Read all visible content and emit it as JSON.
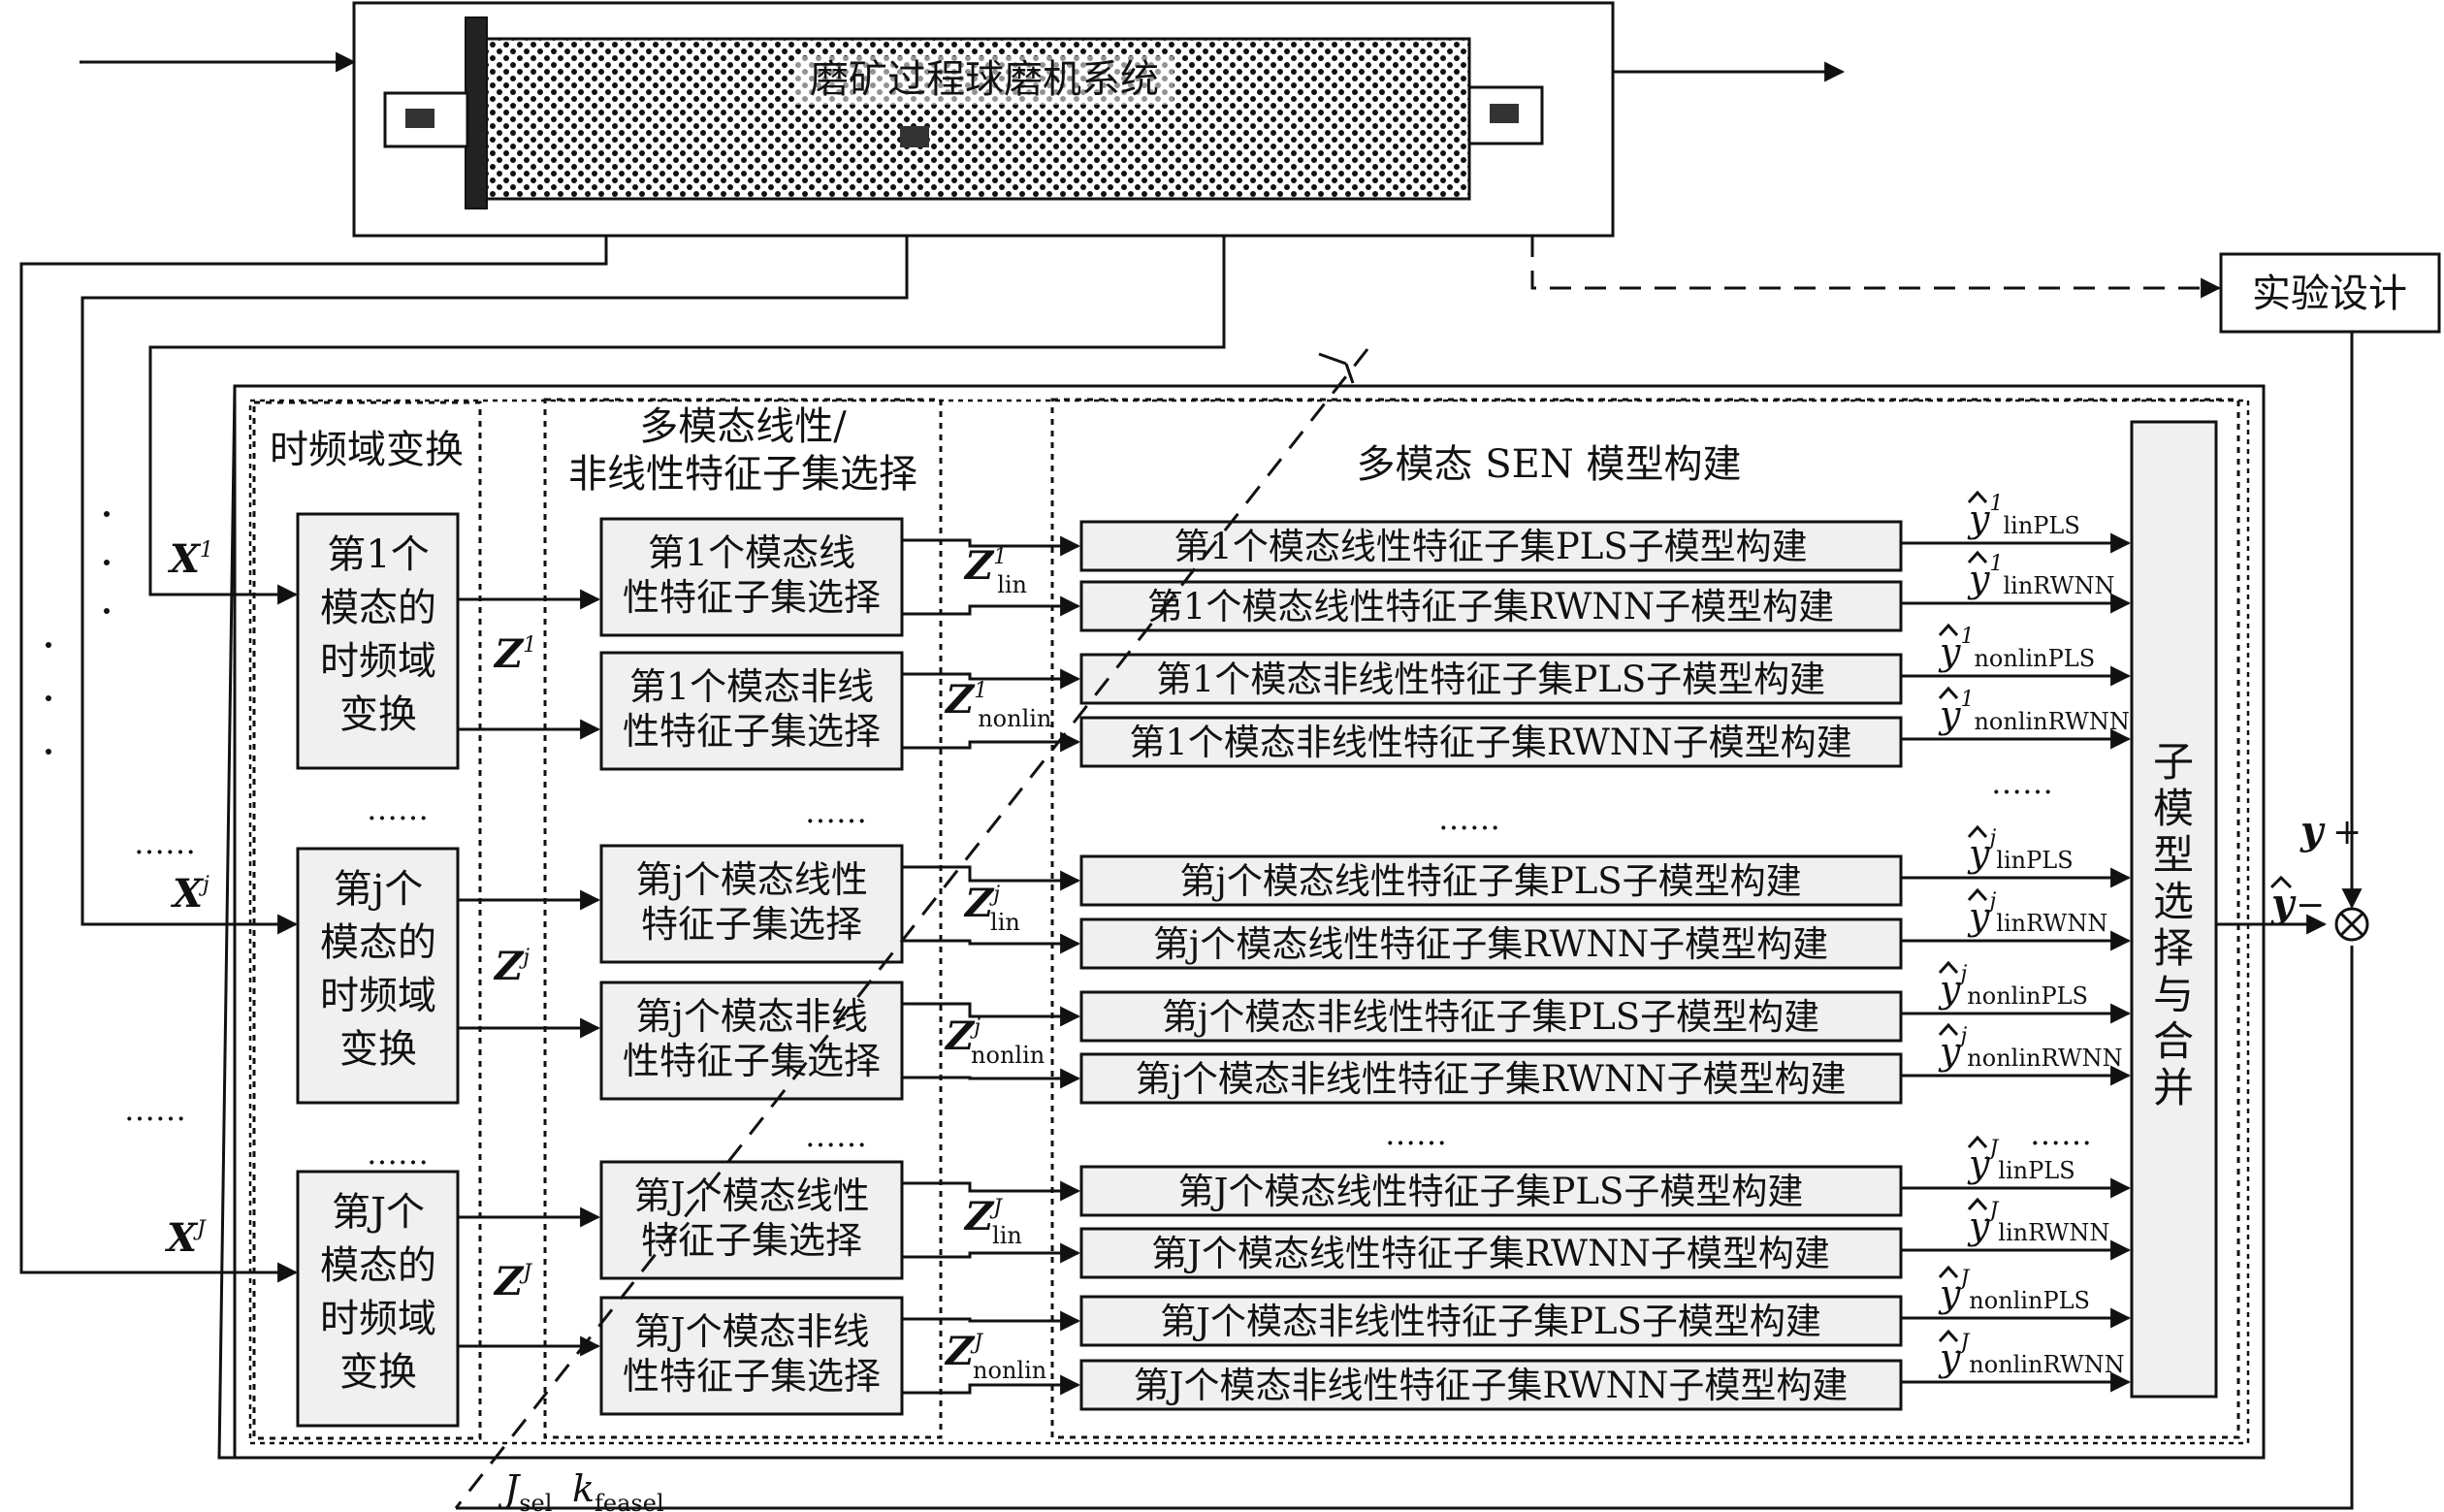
{
  "mill_title": "磨矿过程球磨机系统",
  "experiment": "实验设计",
  "stage1_header": "时频域变换",
  "stage2_header_line1": "多模态线性/",
  "stage2_header_line2": "非线性特征子集选择",
  "stage3_header": "多模态 SEN 模型构建",
  "merge_box": "子模型选择与合并",
  "ellipsis": "……",
  "transform_boxes": [
    [
      "第1个",
      "模态的",
      "时频域",
      "变换"
    ],
    [
      "第j个",
      "模态的",
      "时频域",
      "变换"
    ],
    [
      "第J个",
      "模态的",
      "时频域",
      "变换"
    ]
  ],
  "select_boxes": [
    [
      "第1个模态线",
      "性特征子集选择"
    ],
    [
      "第1个模态非线",
      "性特征子集选择"
    ],
    [
      "第j个模态线性",
      "特征子集选择"
    ],
    [
      "第j个模态非线",
      "性特征子集选择"
    ],
    [
      "第J个模态线性",
      "特征子集选择"
    ],
    [
      "第J个模态非线",
      "性特征子集选择"
    ]
  ],
  "model_boxes": [
    "第1个模态线性特征子集PLS子模型构建",
    "第1个模态线性特征子集RWNN子模型构建",
    "第1个模态非线性特征子集PLS子模型构建",
    "第1个模态非线性特征子集RWNN子模型构建",
    "第j个模态线性特征子集PLS子模型构建",
    "第j个模态线性特征子集RWNN子模型构建",
    "第j个模态非线性特征子集PLS子模型构建",
    "第j个模态非线性特征子集RWNN子模型构建",
    "第J个模态线性特征子集PLS子模型构建",
    "第J个模态线性特征子集RWNN子模型构建",
    "第J个模态非线性特征子集PLS子模型构建",
    "第J个模态非线性特征子集RWNN子模型构建"
  ],
  "x_labels": [
    [
      "X",
      "1"
    ],
    [
      "X",
      "j"
    ],
    [
      "X",
      "J"
    ]
  ],
  "z_labels": [
    [
      "Z",
      "1"
    ],
    [
      "Z",
      "j"
    ],
    [
      "Z",
      "J"
    ]
  ],
  "zsub_labels": [
    [
      "Z",
      "1",
      "lin"
    ],
    [
      "Z",
      "1",
      "nonlin"
    ],
    [
      "Z",
      "j",
      "lin"
    ],
    [
      "Z",
      "j",
      "nonlin"
    ],
    [
      "Z",
      "J",
      "lin"
    ],
    [
      "Z",
      "J",
      "nonlin"
    ]
  ],
  "y_outputs": [
    [
      "y",
      "1",
      "linPLS"
    ],
    [
      "y",
      "1",
      "linRWNN"
    ],
    [
      "y",
      "1",
      "nonlinPLS"
    ],
    [
      "y",
      "1",
      "nonlinRWNN"
    ],
    [
      "y",
      "j",
      "linPLS"
    ],
    [
      "y",
      "j",
      "linRWNN"
    ],
    [
      "y",
      "j",
      "nonlinPLS"
    ],
    [
      "y",
      "j",
      "nonlinRWNN"
    ],
    [
      "y",
      "J",
      "linPLS"
    ],
    [
      "y",
      "J",
      "linRWNN"
    ],
    [
      "y",
      "J",
      "nonlinPLS"
    ],
    [
      "y",
      "J",
      "nonlinRWNN"
    ]
  ],
  "y_plus": [
    "y",
    "+"
  ],
  "yhat_minus": [
    "y",
    "−"
  ],
  "bottom_params": [
    [
      "J",
      "sel"
    ],
    [
      "k",
      "feasel"
    ]
  ]
}
